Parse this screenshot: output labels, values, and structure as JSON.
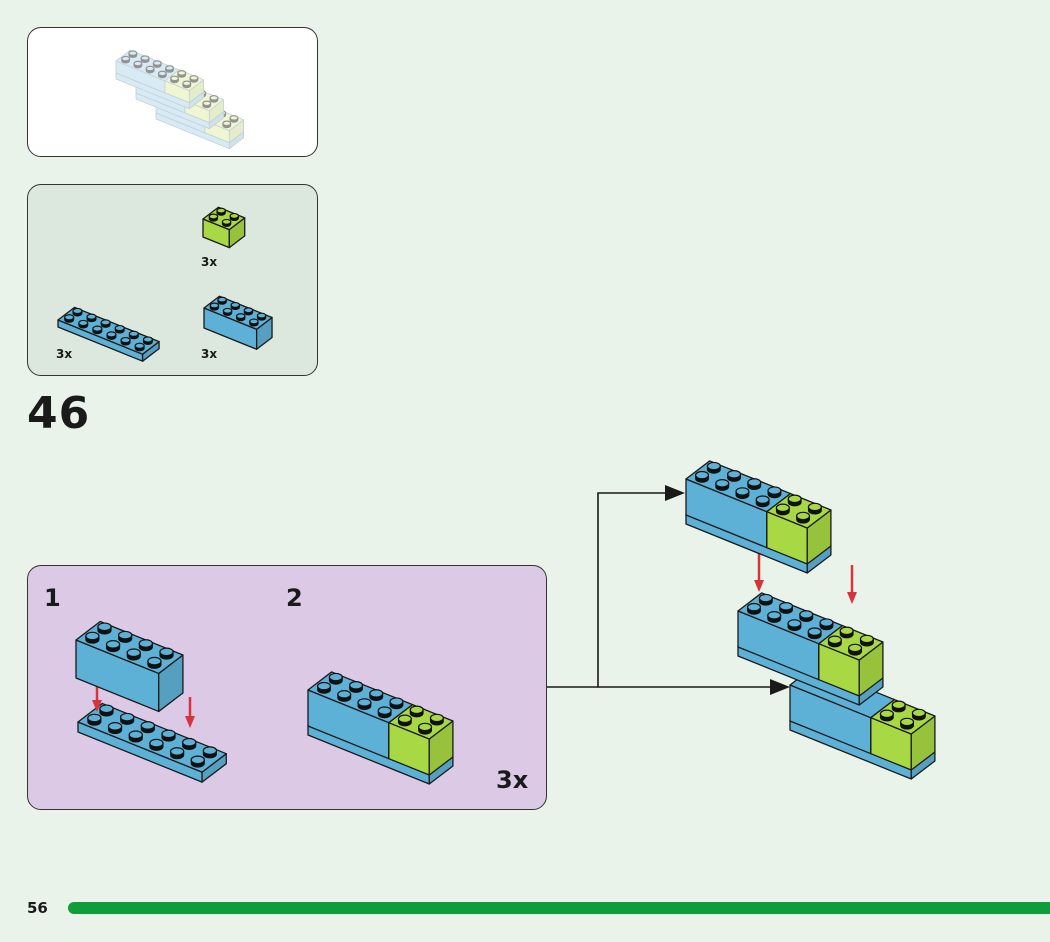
{
  "page": {
    "number": "56",
    "accent_color": "#0d9d3a",
    "background_color": "#e9f3ea"
  },
  "preview": {
    "description": "faded preview of finished staircase assembly"
  },
  "parts": {
    "items": [
      {
        "name": "brick-2x2",
        "color": "#a8d843",
        "quantity": "3x"
      },
      {
        "name": "plate-2x6",
        "color": "#5eb1d6",
        "quantity": "3x"
      },
      {
        "name": "brick-2x4",
        "color": "#5eb1d6",
        "quantity": "3x"
      }
    ]
  },
  "step": {
    "number": "46",
    "substeps": [
      {
        "number": "1",
        "description": "place 2x4 brick on 2x6 plate"
      },
      {
        "number": "2",
        "description": "add 2x2 brick",
        "repeat": "3x"
      }
    ]
  },
  "colors": {
    "blue": "#5eb1d6",
    "blue_dark": "#4a9cc2",
    "green": "#a8d843",
    "green_dark": "#93c232",
    "arrow_red": "#d8323a",
    "substep_bg": "#dbc9e6"
  }
}
